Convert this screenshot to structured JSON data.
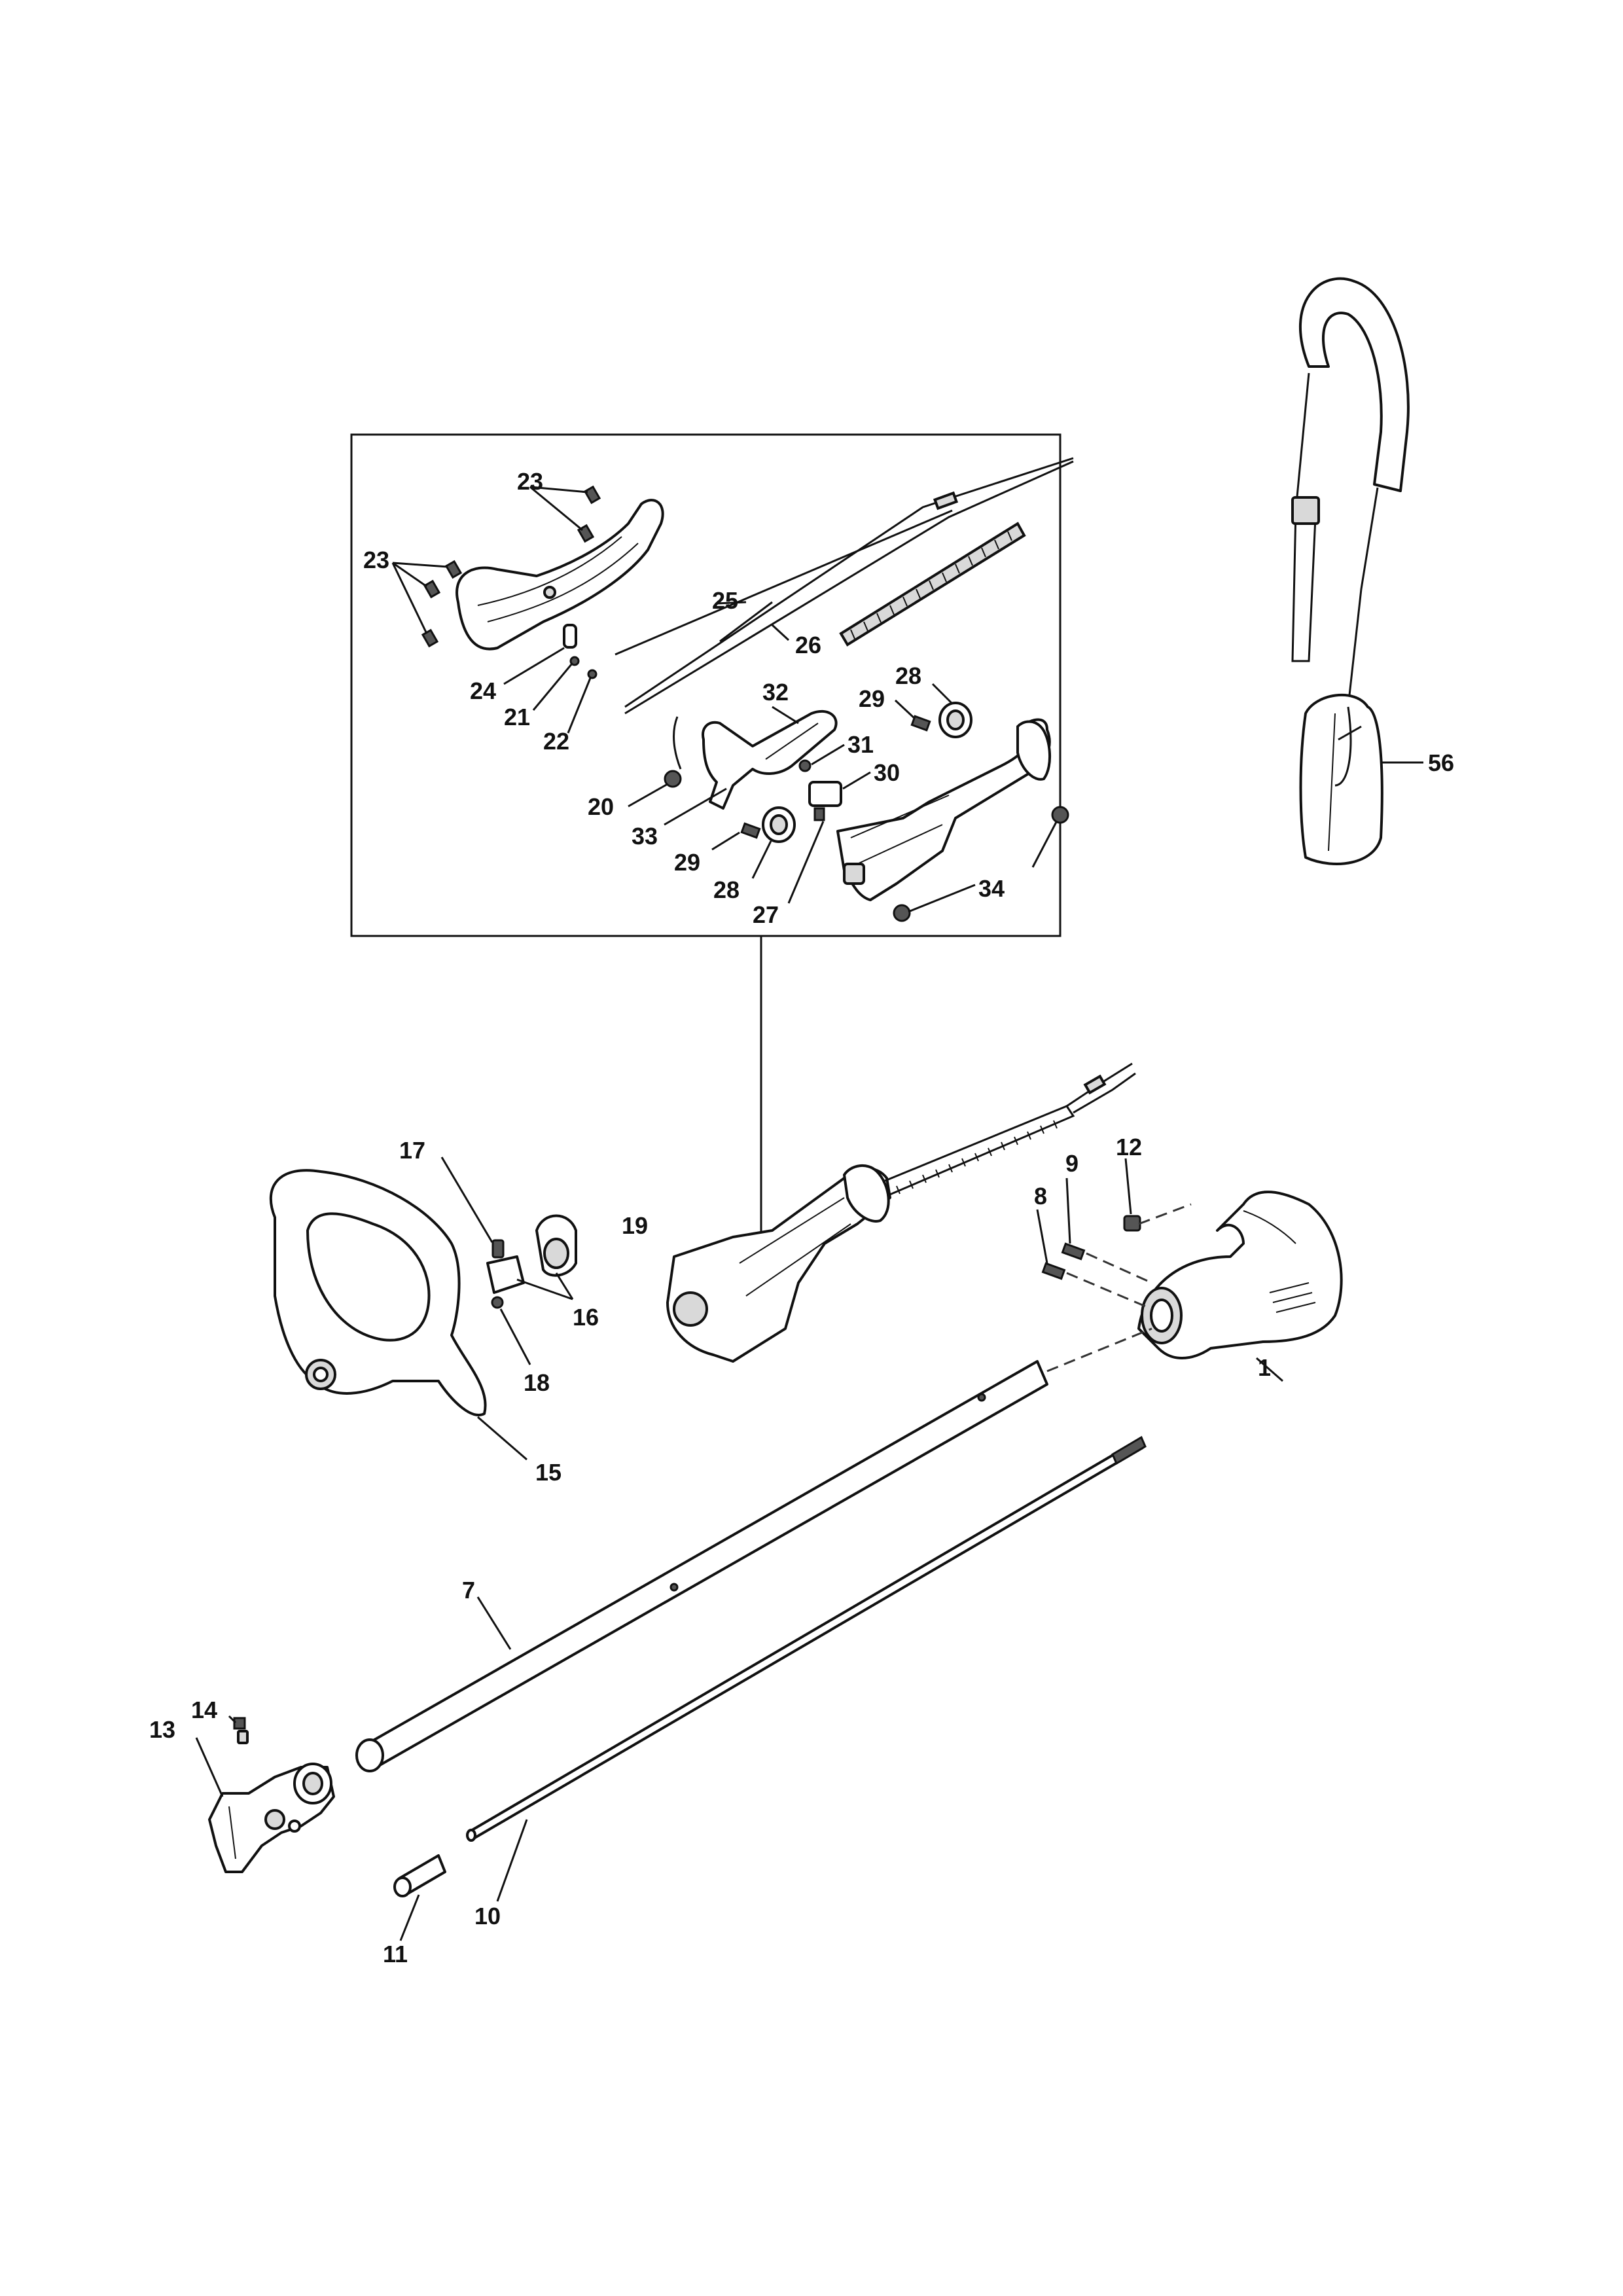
{
  "labels": {
    "p1": "1",
    "p7": "7",
    "p8": "8",
    "p9": "9",
    "p10": "10",
    "p11": "11",
    "p12": "12",
    "p13": "13",
    "p14": "14",
    "p15": "15",
    "p16": "16",
    "p17": "17",
    "p18": "18",
    "p19": "19",
    "p20": "20",
    "p21": "21",
    "p22": "22",
    "p23a": "23",
    "p23b": "23",
    "p24": "24",
    "p25": "25",
    "p26": "26",
    "p27": "27",
    "p28a": "28",
    "p28b": "28",
    "p29a": "29",
    "p29b": "29",
    "p30": "30",
    "p31": "31",
    "p32": "32",
    "p33": "33",
    "p34": "34",
    "p56": "56"
  }
}
